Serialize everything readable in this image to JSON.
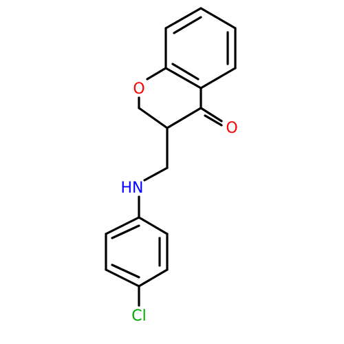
{
  "structure": {
    "atoms": {
      "oxygen_ring": {
        "label": "O",
        "color": "#ff0000"
      },
      "oxygen_carbonyl": {
        "label": "O",
        "color": "#ff0000"
      },
      "nitrogen_amine": {
        "label": "HN",
        "color": "#0000ff"
      },
      "chlorine": {
        "label": "Cl",
        "color": "#00aa00"
      }
    },
    "bond_color": "#000000"
  }
}
